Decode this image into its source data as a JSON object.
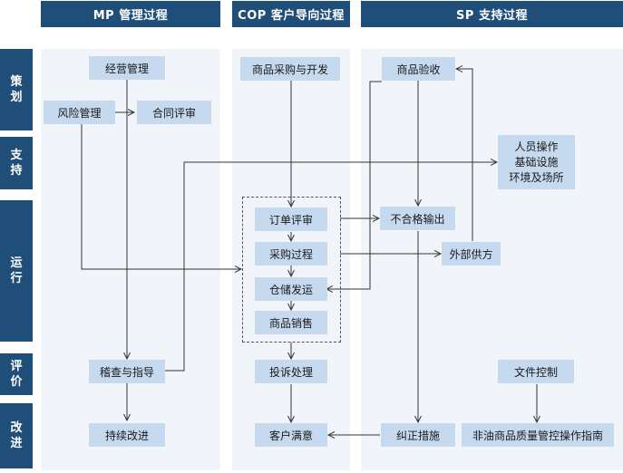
{
  "headers": {
    "mp": "MP 管理过程",
    "cop": "COP 客户导向过程",
    "sp": "SP 支持过程"
  },
  "sidebar": {
    "plan": [
      "策",
      "划"
    ],
    "support": [
      "支",
      "持"
    ],
    "run": [
      "运",
      "行"
    ],
    "eval": [
      "评",
      "价"
    ],
    "improve": [
      "改",
      "进"
    ]
  },
  "nodes": {
    "operations_mgmt": "经营管理",
    "risk_mgmt": "风险管理",
    "contract_review": "合同评审",
    "audit_guidance": "稽查与指导",
    "continuous_improve": "持续改进",
    "purchase_develop": "商品采购与开发",
    "order_review": "订单评审",
    "purchase_process": "采购过程",
    "storage_shipping": "仓储发运",
    "product_sales": "商品销售",
    "complaint_handling": "投诉处理",
    "customer_satisfaction": "客户满意",
    "goods_acceptance": "商品验收",
    "nonconforming_output": "不合格输出",
    "external_supply": "外部供方",
    "resources": [
      "人员操作",
      "基础设施",
      "环境及场所"
    ],
    "document_control": "文件控制",
    "corrective_action": "纠正措施",
    "non_oil_guide": "非油商品质量管控操作指南"
  },
  "colors": {
    "header_bg": "#1f4e79",
    "panel_bg": "#f1f5fa",
    "node_bg": "#c5d9ef",
    "line": "#333333"
  }
}
